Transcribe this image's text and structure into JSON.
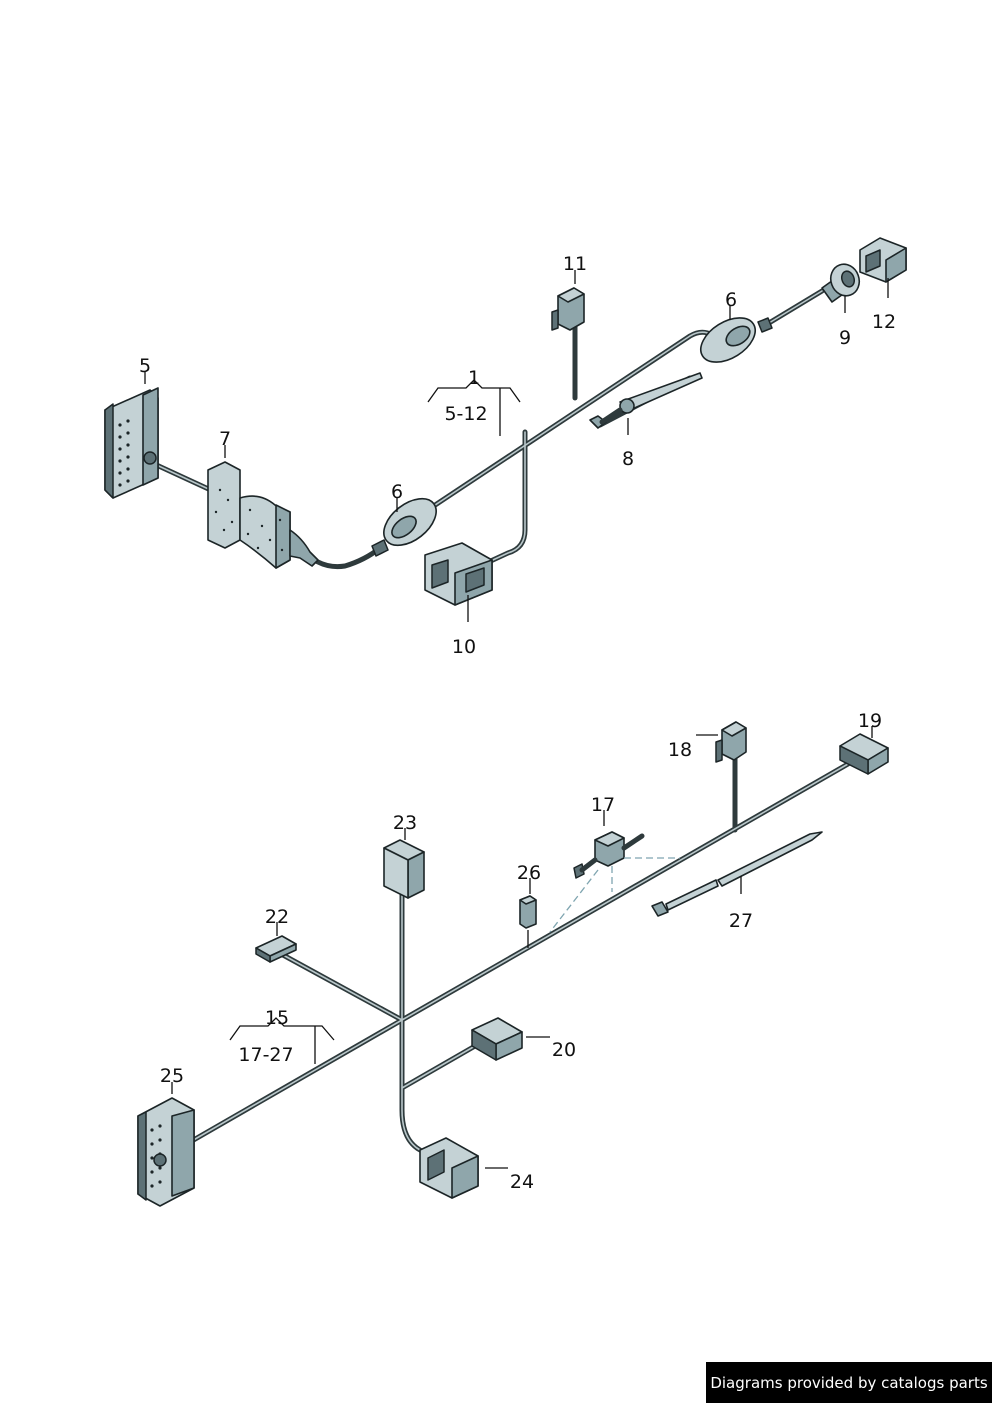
{
  "callouts": {
    "top": {
      "p5": "5",
      "p7": "7",
      "p6a": "6",
      "p6b": "6",
      "p1": "1",
      "p1range": "5-12",
      "p11": "11",
      "p8": "8",
      "p9": "9",
      "p12": "12",
      "p10": "10"
    },
    "bottom": {
      "p19": "19",
      "p18": "18",
      "p17": "17",
      "p23": "23",
      "p26": "26",
      "p22": "22",
      "p27": "27",
      "p15": "15",
      "p15range": "17-27",
      "p20": "20",
      "p25": "25",
      "p24": "24"
    }
  },
  "footer": {
    "text": "Diagrams provided by catalogs parts"
  }
}
